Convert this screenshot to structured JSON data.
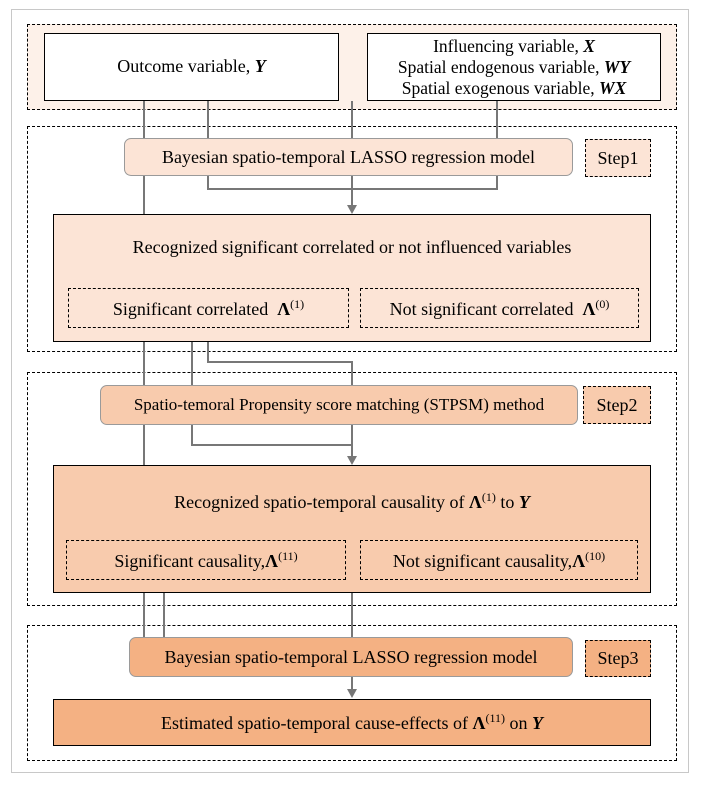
{
  "colors": {
    "bg_light": "#fdf1e9",
    "box_peach_light": "#fce4d6",
    "box_peach_mid": "#f8cbad",
    "box_peach_dark": "#f4b183",
    "connector": "#777777"
  },
  "inputs": {
    "outcome_label": "Outcome variable,",
    "outcome_symbol": "Y",
    "influencing_label": "Influencing variable,",
    "influencing_symbol": "X",
    "endogenous_label": "Spatial endogenous variable,",
    "endogenous_symbol": "WY",
    "exogenous_label": "Spatial exogenous variable,",
    "exogenous_symbol": "WX"
  },
  "step1": {
    "tag": "Step1",
    "method": "Bayesian spatio-temporal LASSO regression model",
    "result_title": "Recognized significant correlated or not influenced variables",
    "left_label": "Significant correlated",
    "left_sup": "(1)",
    "right_label": "Not significant correlated",
    "right_sup": "(0)"
  },
  "step2": {
    "tag": "Step2",
    "method": "Spatio-temoral Propensity score matching (STPSM) method",
    "result_pre": "Recognized spatio-temporal causality of",
    "result_sup": "(1)",
    "result_mid": "to",
    "result_symbol": "Y",
    "left_label": "Significant causality,",
    "left_sup": "(11)",
    "right_label": "Not significant causality,",
    "right_sup": "(10)"
  },
  "step3": {
    "tag": "Step3",
    "method": "Bayesian spatio-temporal LASSO regression model",
    "result_pre": "Estimated spatio-temporal cause-effects of",
    "result_sup": "(11)",
    "result_mid": "on",
    "result_symbol": "Y"
  },
  "symbols": {
    "lambda": "Λ"
  }
}
